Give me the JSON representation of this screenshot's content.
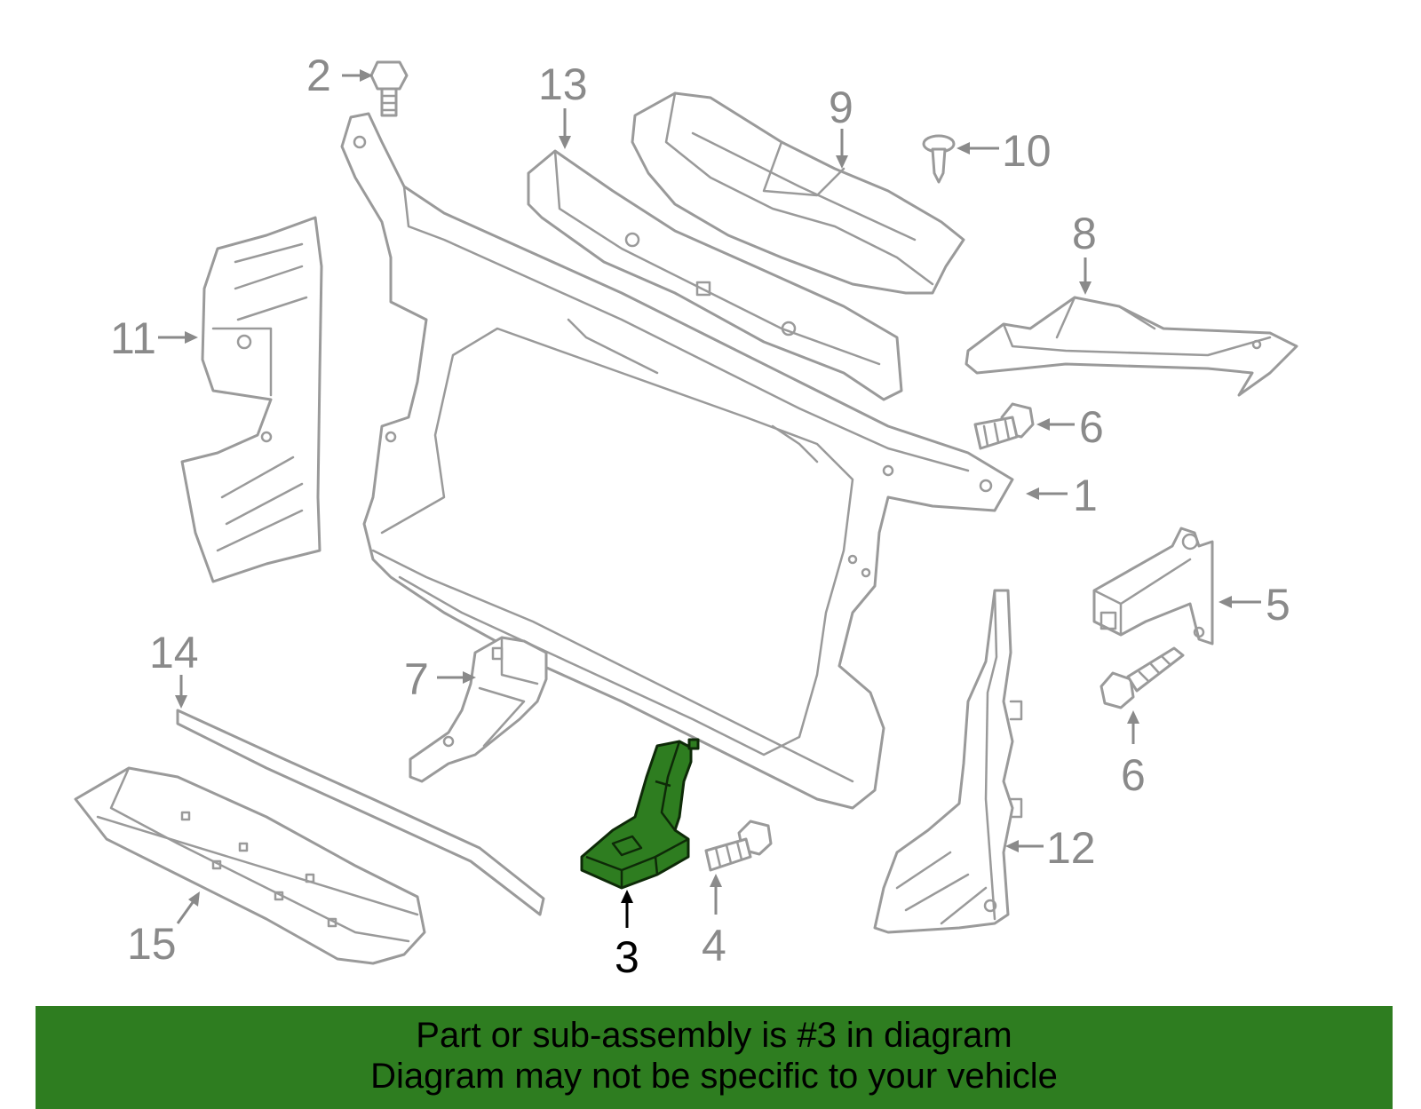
{
  "parts": {
    "p1": "1",
    "p2": "2",
    "p3": "3",
    "p4": "4",
    "p5": "5",
    "p6a": "6",
    "p6b": "6",
    "p7": "7",
    "p8": "8",
    "p9": "9",
    "p10": "10",
    "p11": "11",
    "p12": "12",
    "p13": "13",
    "p14": "14",
    "p15": "15"
  },
  "highlighted_part": "3",
  "colors": {
    "highlight": "#2e7d20",
    "line": "#9a9a9a",
    "label": "#8a8a8a"
  },
  "banner": {
    "line1": "Part or sub-assembly is #3 in diagram",
    "line2": "Diagram may not be specific to your vehicle"
  }
}
